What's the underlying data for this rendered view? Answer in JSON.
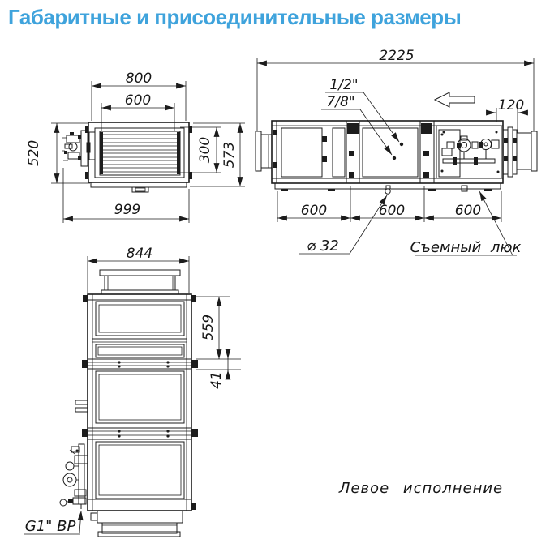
{
  "title": {
    "text": "Габаритные и присоединительные размеры"
  },
  "colors": {
    "title_blue": "#3fa3dc",
    "line": "#1c1c1c",
    "background": "#ffffff"
  },
  "front_view": {
    "dim_width_top": "800",
    "dim_inlet_width": "600",
    "dim_height_left": "520",
    "dim_inlet_height": "300",
    "dim_height_right": "573",
    "dim_width_bottom": "999"
  },
  "side_view": {
    "dim_total_length": "2225",
    "dim_flange_length": "120",
    "dim_section_1": "600",
    "dim_section_2": "600",
    "dim_section_3": "600",
    "label_pipe_small": "1/2\"",
    "label_pipe_big": "7/8\"",
    "label_drain_diameter": "⌀ 32",
    "label_hatch": "Съемный люк"
  },
  "vertical_view": {
    "dim_width_top": "844",
    "dim_upper_height": "559",
    "dim_joint_height": "41",
    "label_thread": "G1\" ВР"
  },
  "note": {
    "text": "Левое исполнение"
  }
}
